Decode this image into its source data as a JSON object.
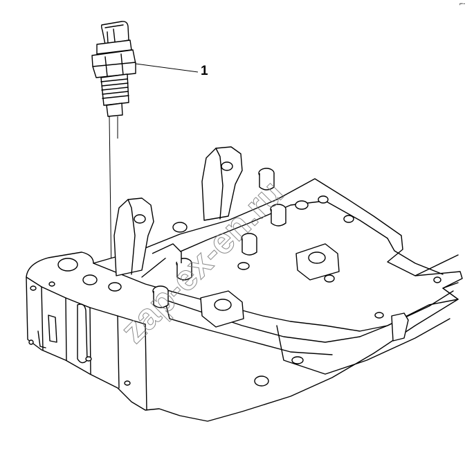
{
  "callouts": [
    {
      "label": "1",
      "part": "sensor"
    }
  ],
  "corner_mark": "⌐-",
  "watermark": "zap-ex-en.ru",
  "colors": {
    "line": "#000000",
    "background": "#ffffff",
    "watermark": "#777777"
  }
}
